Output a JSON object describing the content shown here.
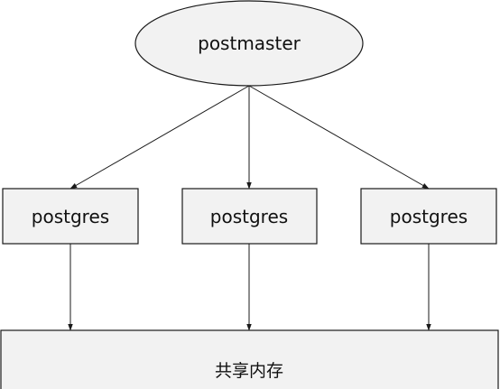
{
  "diagram": {
    "master": {
      "label": "postmaster"
    },
    "workers": [
      {
        "label": "postgres"
      },
      {
        "label": "postgres"
      },
      {
        "label": "postgres"
      }
    ],
    "shared_memory": {
      "label": "共享内存"
    }
  }
}
